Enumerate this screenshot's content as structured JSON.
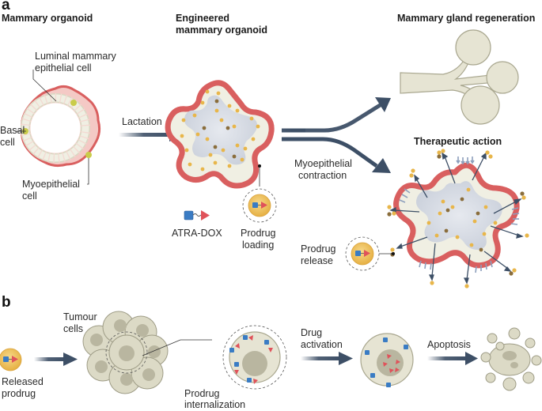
{
  "panels": {
    "a": {
      "label": "a",
      "titles": {
        "mammary_organoid": "Mammary organoid",
        "engineered_organoid_line1": "Engineered",
        "engineered_organoid_line2": "mammary organoid",
        "regeneration": "Mammary gland regeneration",
        "therapeutic": "Therapeutic action"
      },
      "annotations": {
        "luminal_line1": "Luminal mammary",
        "luminal_line2": "epithelial cell",
        "basal_line1": "Basal",
        "basal_line2": "cell",
        "myo_line1": "Myoepithelial",
        "myo_line2": "cell",
        "lactation": "Lactation",
        "contraction_line1": "Myoepithelial",
        "contraction_line2": "contraction",
        "atra_dox": "ATRA-DOX",
        "loading_line1": "Prodrug",
        "loading_line2": "loading",
        "release_line1": "Prodrug",
        "release_line2": "release"
      }
    },
    "b": {
      "label": "b",
      "annotations": {
        "tumour_line1": "Tumour",
        "tumour_line2": "cells",
        "released_line1": "Released",
        "released_line2": "prodrug",
        "internalization_line1": "Prodrug",
        "internalization_line2": "internalization",
        "activation_line1": "Drug",
        "activation_line2": "activation",
        "apoptosis": "Apoptosis"
      }
    }
  },
  "colors": {
    "arrow": "#3d4f66",
    "myoepithelial_red": "#d95f5f",
    "lumen": "#d8dde6",
    "cell_beige": "#e6e4d3",
    "droplet": "#e8b64a",
    "atra_blue": "#3a7cc4",
    "dox_red": "#e0525a"
  }
}
